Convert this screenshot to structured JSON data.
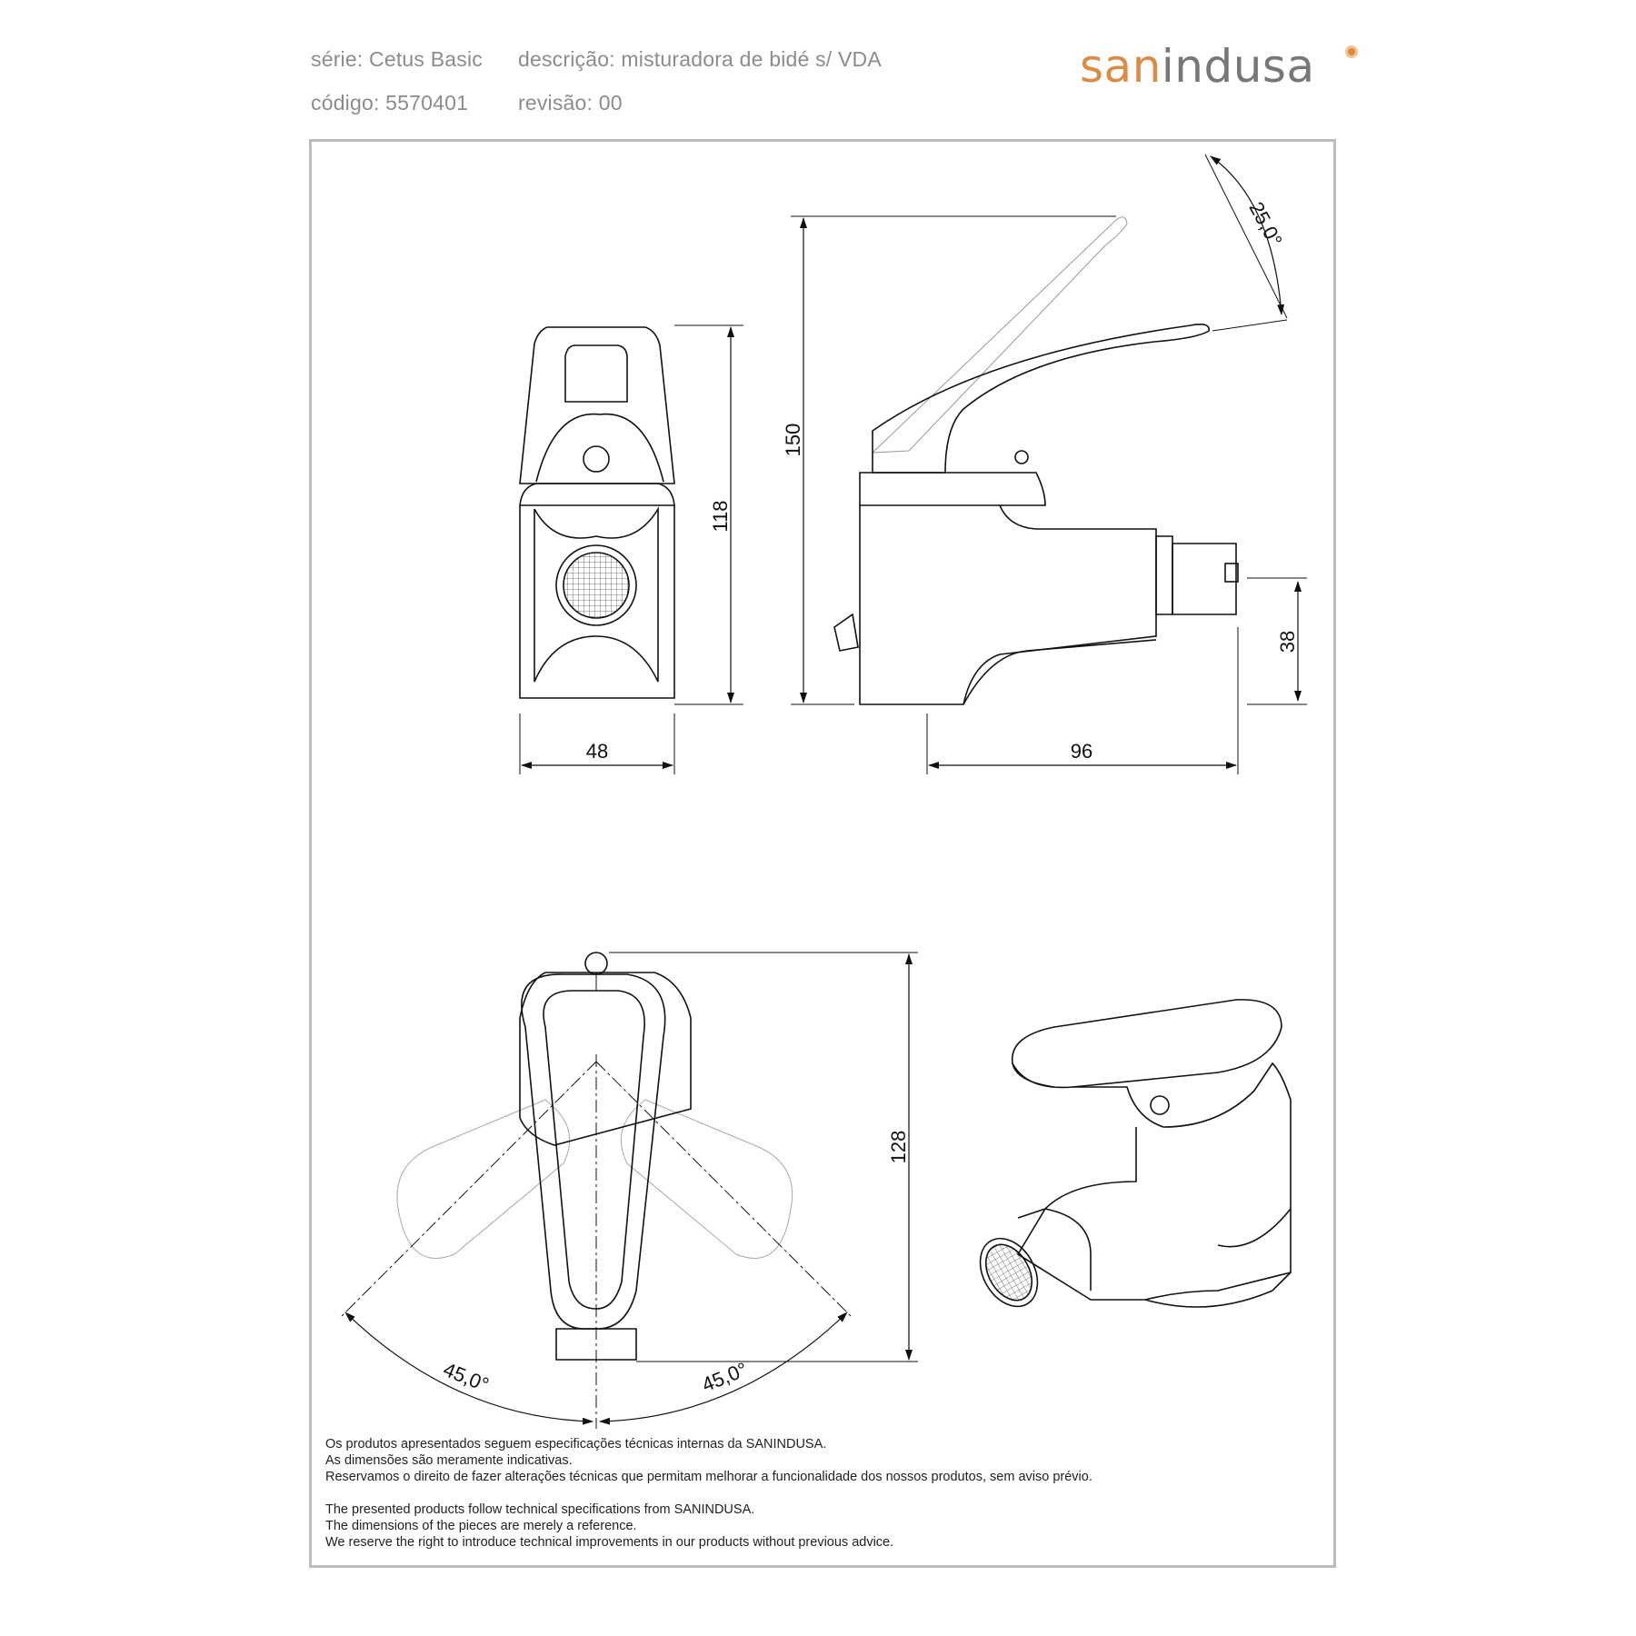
{
  "header": {
    "serie": "série: Cetus Basic",
    "descricao": "descrição: misturadora de bidé s/ VDA",
    "codigo": "código: 5570401",
    "revisao": "revisão: 00"
  },
  "logo": {
    "part1": "san",
    "part2": "indusa"
  },
  "dimensions": {
    "front_height": "118",
    "front_width": "48",
    "side_height": "150",
    "side_depth": "96",
    "spout_height": "38",
    "lever_angle": "25,0°",
    "top_height": "128",
    "rotation_left": "45,0°",
    "rotation_right": "45,0°"
  },
  "notes": {
    "pt": [
      "Os produtos apresentados seguem especificações técnicas internas da SANINDUSA.",
      "As dimensões são meramente indicativas.",
      "Reservamos o direito de fazer alterações técnicas que permitam melhorar a funcionalidade dos nossos produtos, sem aviso prévio."
    ],
    "en": [
      "The presented products follow technical specifications from SANINDUSA.",
      "The dimensions of the pieces are merely a reference.",
      "We reserve the right to introduce technical improvements in our products without previous advice."
    ]
  },
  "colors": {
    "logo_orange": "#d98c45",
    "logo_grey": "#777777",
    "frame": "#bdbdbd",
    "line": "#111111"
  }
}
